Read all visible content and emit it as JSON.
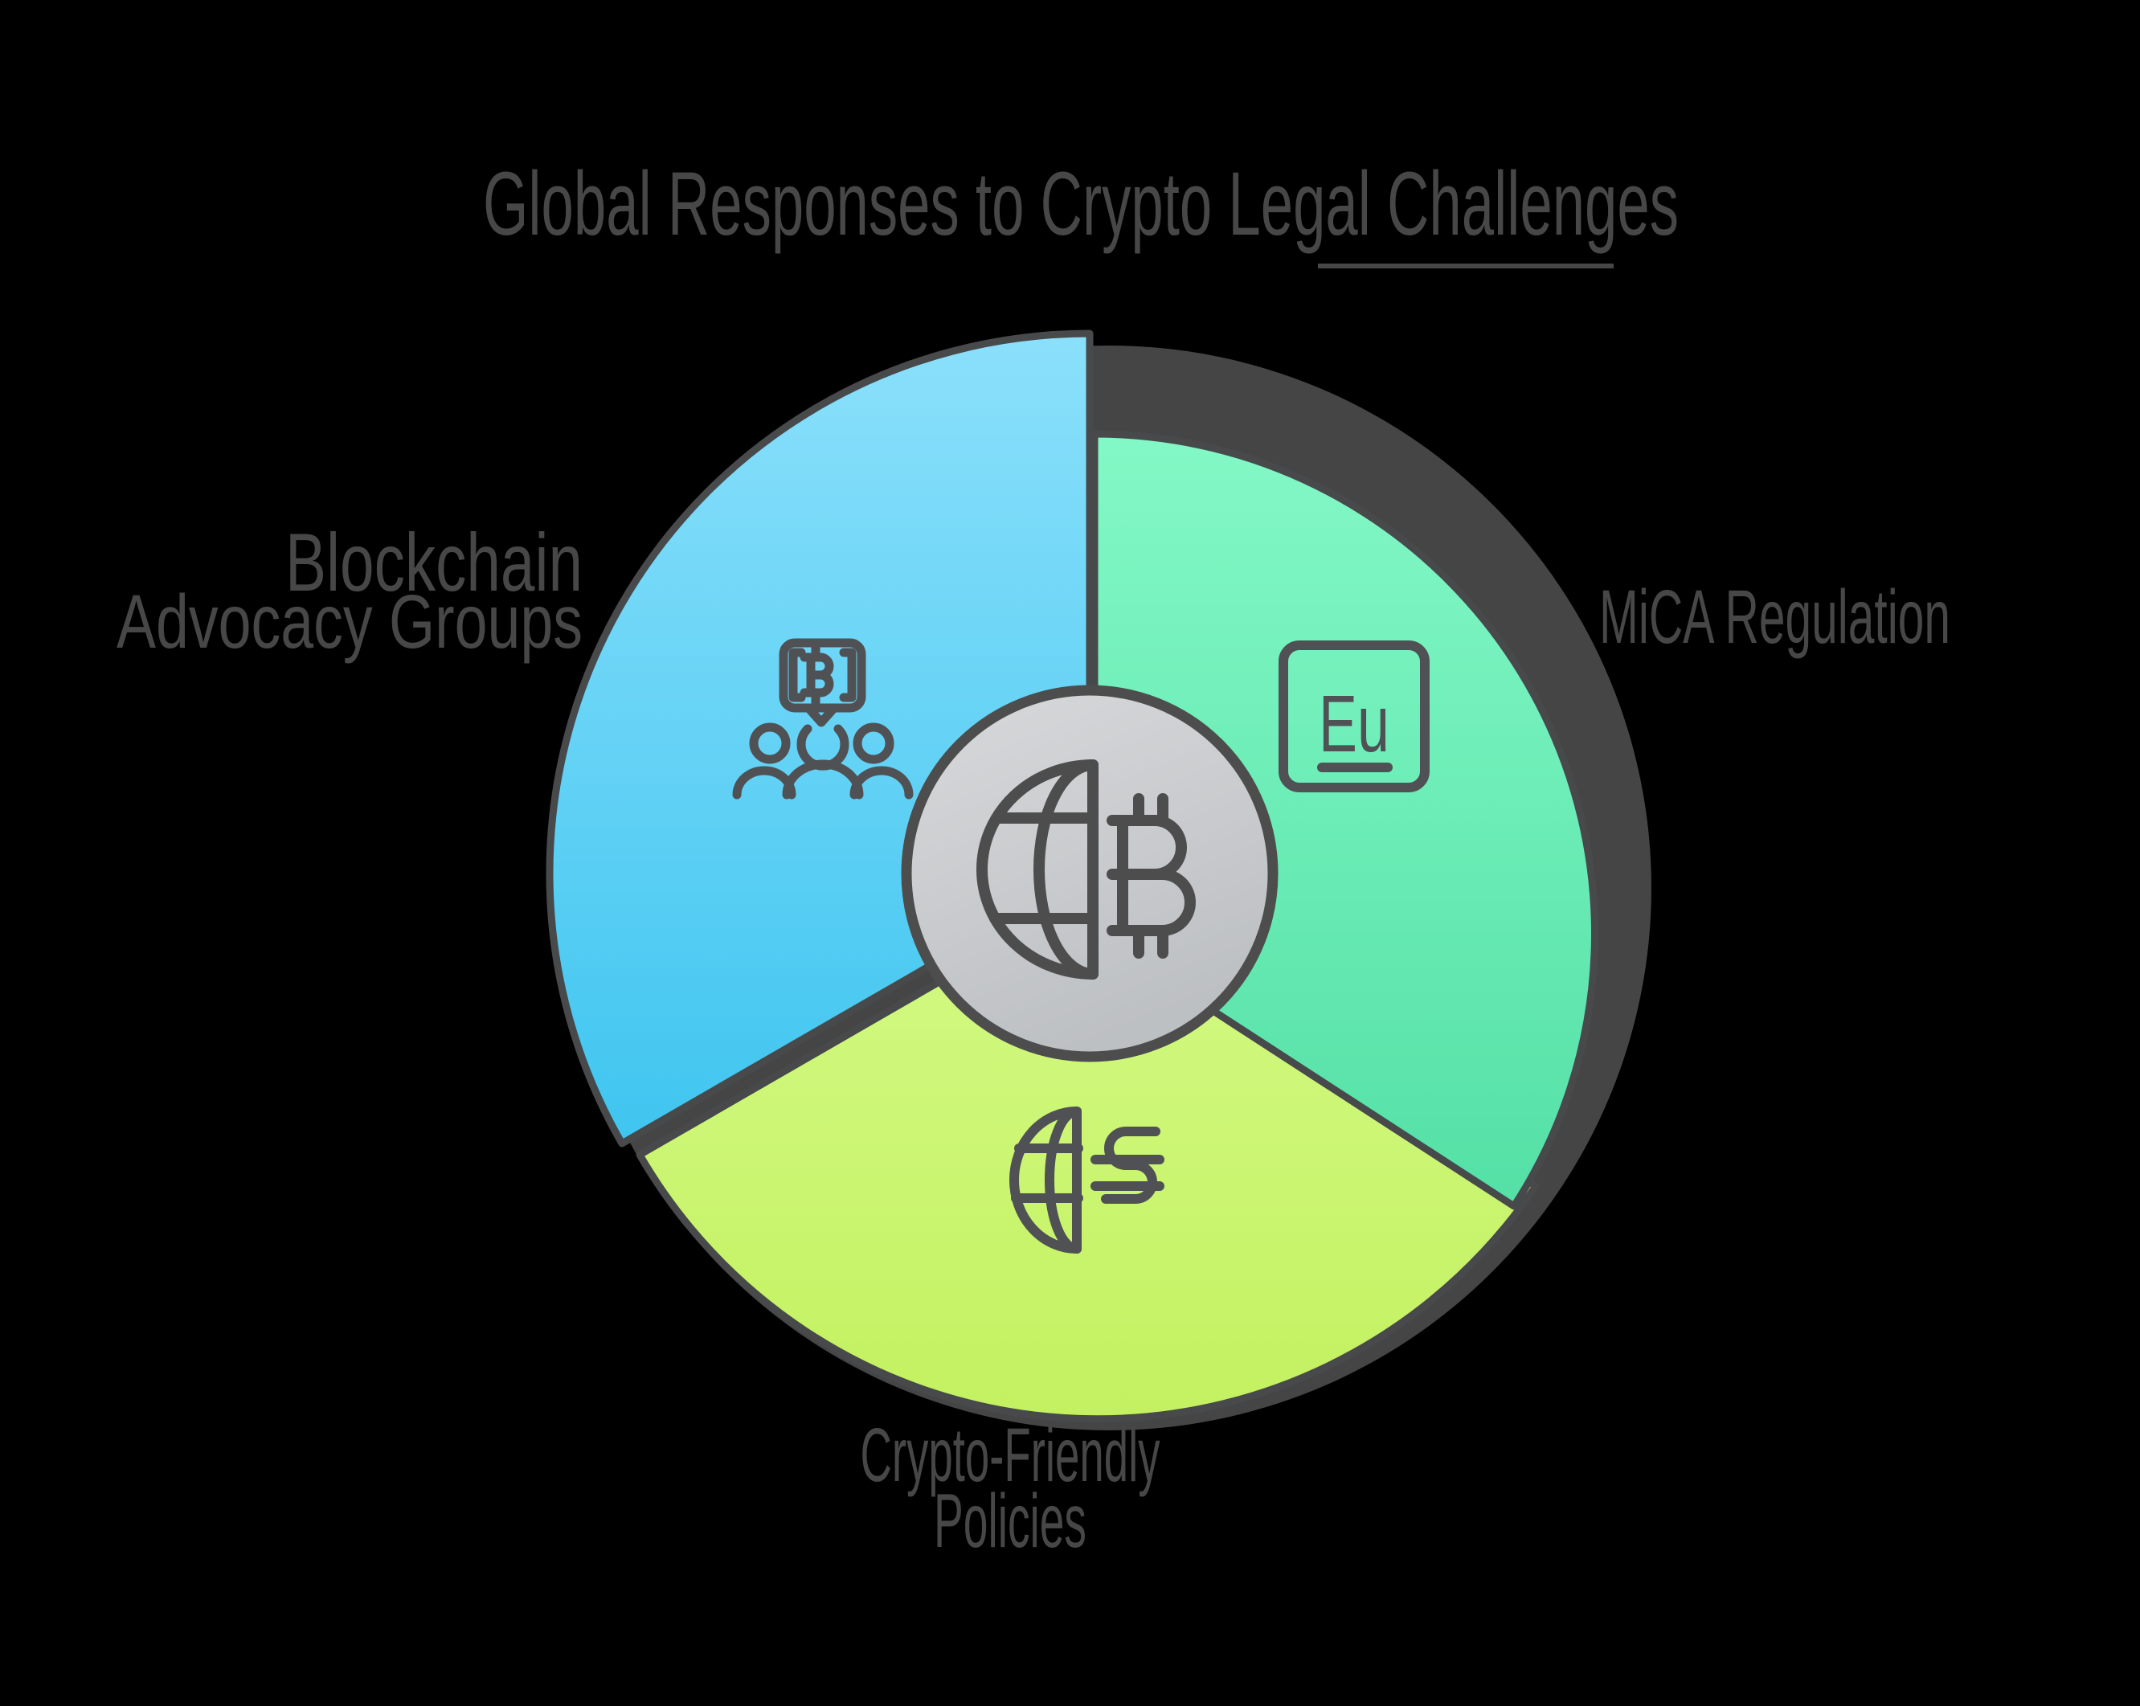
{
  "title": "Global Responses to Crypto Legal Challenges",
  "diagram_type": "three-segment circular infographic",
  "center": {
    "icon": "globe-bitcoin-icon"
  },
  "segments": [
    {
      "id": "blockchain-advocacy",
      "label_lines": [
        "Blockchain",
        "Advocacy Groups"
      ],
      "icon": "bitcoin-speech-bubble-people-icon",
      "position": "upper-left"
    },
    {
      "id": "mica-regulation",
      "label_lines": [
        "MiCA Regulation"
      ],
      "icon": "eu-element-square-icon",
      "icon_text": "Eu",
      "position": "right"
    },
    {
      "id": "crypto-friendly",
      "label_lines": [
        "Crypto-Friendly",
        "Policies"
      ],
      "icon": "globe-currency-icon",
      "position": "bottom"
    }
  ],
  "colors": {
    "background": "#000000",
    "backdrop": "#454545",
    "outline": "#47494B",
    "icon_stroke": "#4F5154",
    "center_icon_stroke": "#4D4D4D",
    "text": "#474747",
    "center_fill_top": "#D8D9DB",
    "center_fill_bottom": "#BDC0C3",
    "blue_top": "#8BE0FB",
    "blue_bottom": "#3FC5F0",
    "teal_top": "#83F8C6",
    "teal_bottom": "#54E0A6",
    "yellow_top": "#D3FA85",
    "yellow_bottom": "#C3F160"
  }
}
